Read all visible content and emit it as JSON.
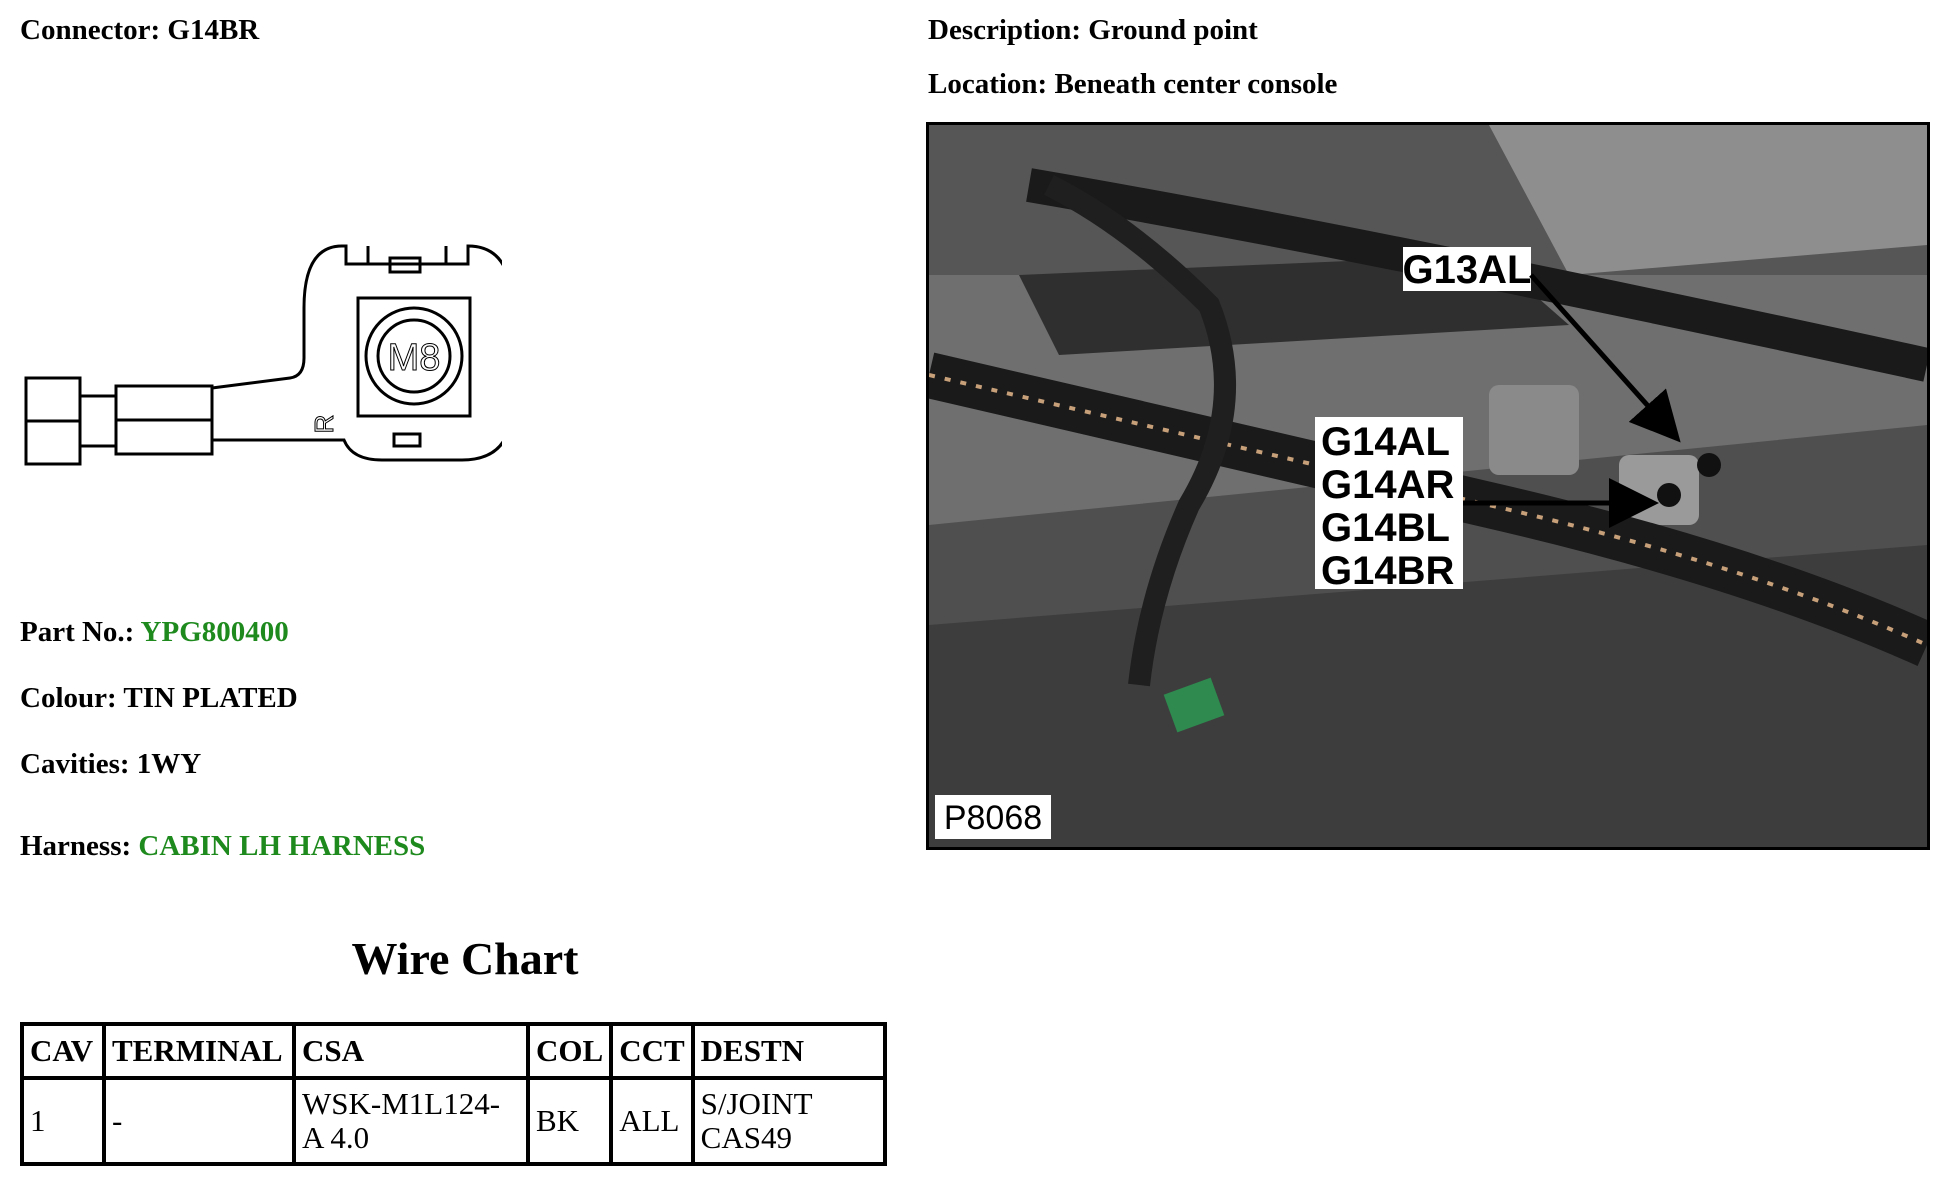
{
  "connector": {
    "label": "Connector:",
    "value": "G14BR"
  },
  "description": {
    "label": "Description:",
    "value": "Ground point"
  },
  "location": {
    "label": "Location:",
    "value": "Beneath center console"
  },
  "diagram": {
    "stud_label": "M8",
    "mark": "R"
  },
  "part_no": {
    "label": "Part No.:",
    "value": "YPG800400"
  },
  "colour": {
    "label": "Colour:",
    "value": "TIN PLATED"
  },
  "cavities": {
    "label": "Cavities:",
    "value": "1WY"
  },
  "harness": {
    "label": "Harness:",
    "value": "CABIN LH HARNESS"
  },
  "wire_chart": {
    "title": "Wire Chart",
    "headers": [
      "CAV",
      "TERMINAL",
      "CSA",
      "COL",
      "CCT",
      "DESTN"
    ],
    "rows": [
      {
        "cav": "1",
        "terminal": "-",
        "csa_l1": "WSK-M1L124-",
        "csa_l2": "A 4.0",
        "col": "BK",
        "cct": "ALL",
        "destn_l1": "S/JOINT",
        "destn_l2": "CAS49"
      }
    ]
  },
  "photo": {
    "labels": [
      "G13AL",
      "G14AL",
      "G14AR",
      "G14BL",
      "G14BR"
    ],
    "ref": "P8068"
  }
}
